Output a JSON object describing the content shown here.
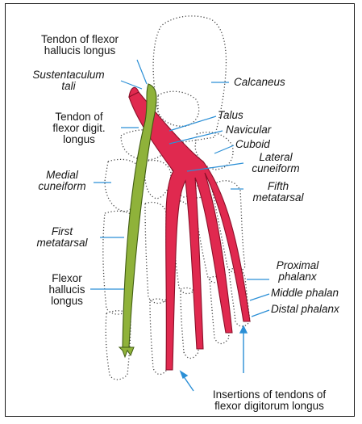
{
  "labels": {
    "tendon_fhl": [
      "Tendon of flexor",
      "hallucis longus"
    ],
    "sustentaculum": [
      "Sustentaculum",
      "tali"
    ],
    "tendon_fdl": [
      "Tendon of",
      "flexor digit.",
      "longus"
    ],
    "medial_cuneiform": [
      "Medial",
      "cuneiform"
    ],
    "first_metatarsal": [
      "First",
      "metatarsal"
    ],
    "fhl": [
      "Flexor",
      "hallucis",
      "longus"
    ],
    "calcaneus": "Calcaneus",
    "talus": "Talus",
    "navicular": "Navicular",
    "cuboid": "Cuboid",
    "lateral_cuneiform": [
      "Lateral",
      "cuneiform"
    ],
    "fifth_metatarsal": [
      "Fifth",
      "metatarsal"
    ],
    "proximal_phalanx": [
      "Proximal",
      "phalanx"
    ],
    "middle_phalanx": "Middle phalan",
    "distal_phalanx": "Distal phalanx",
    "insertions": [
      "Insertions of tendons of",
      "flexor digitorum longus"
    ]
  },
  "colors": {
    "fhl_tendon": "#8fb23a",
    "fdl_tendon": "#e0294f",
    "leader_lines": "#2b8fd6",
    "bone_outline": "#444444"
  }
}
